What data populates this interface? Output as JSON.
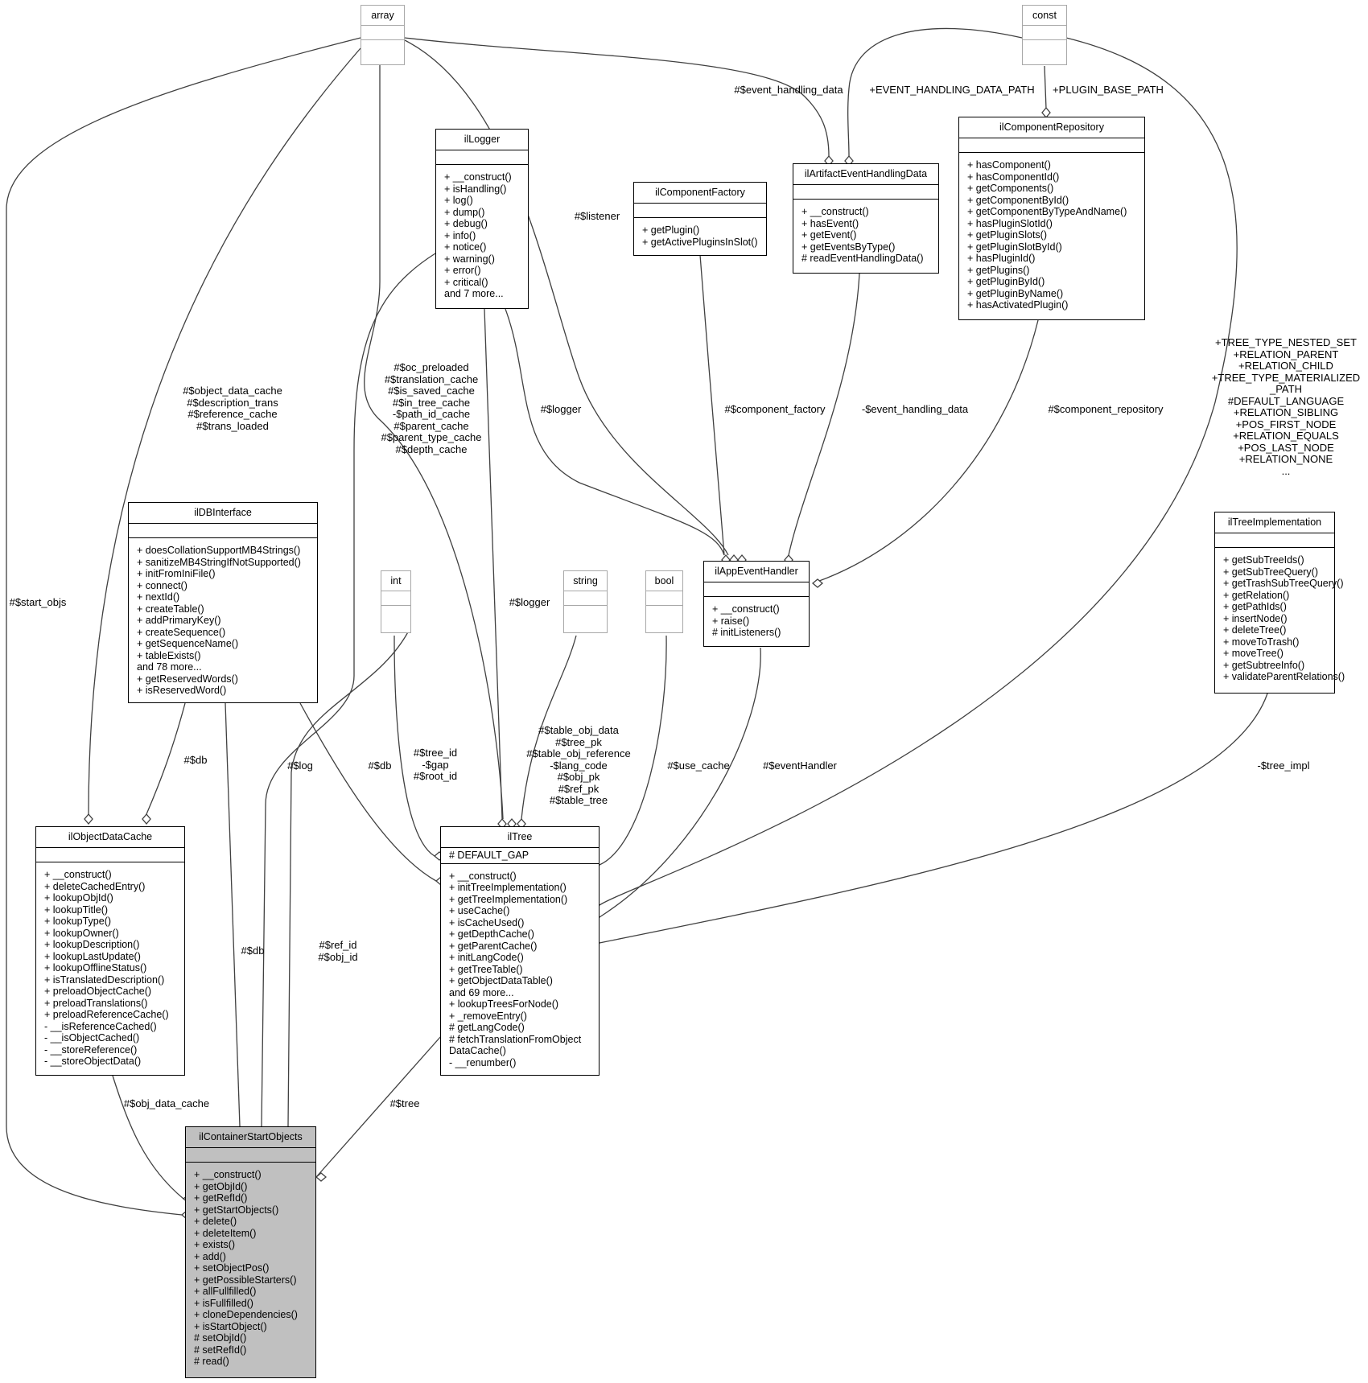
{
  "nodes": [
    {
      "id": "array",
      "title": "array",
      "attributes": [],
      "methods": [],
      "builtin": true
    },
    {
      "id": "const",
      "title": "const",
      "attributes": [],
      "methods": [],
      "builtin": true
    },
    {
      "id": "ilLogger",
      "title": "ilLogger",
      "attributes": [],
      "methods": [
        "+ __construct()",
        "+ isHandling()",
        "+ log()",
        "+ dump()",
        "+ debug()",
        "+ info()",
        "+ notice()",
        "+ warning()",
        "+ error()",
        "+ critical()",
        "and 7 more..."
      ]
    },
    {
      "id": "ilComponentFactory",
      "title": "ilComponentFactory",
      "attributes": [],
      "methods": [
        "+ getPlugin()",
        "+ getActivePluginsInSlot()"
      ]
    },
    {
      "id": "ilArtifactEventHandlingData",
      "title": "ilArtifactEventHandlingData",
      "attributes": [],
      "methods": [
        "+ __construct()",
        "+ hasEvent()",
        "+ getEvent()",
        "+ getEventsByType()",
        "# readEventHandlingData()"
      ]
    },
    {
      "id": "ilComponentRepository",
      "title": "ilComponentRepository",
      "attributes": [],
      "methods": [
        "+ hasComponent()",
        "+ hasComponentId()",
        "+ getComponents()",
        "+ getComponentById()",
        "+ getComponentByTypeAndName()",
        "+ hasPluginSlotId()",
        "+ getPluginSlots()",
        "+ getPluginSlotById()",
        "+ hasPluginId()",
        "+ getPlugins()",
        "+ getPluginById()",
        "+ getPluginByName()",
        "+ hasActivatedPlugin()"
      ]
    },
    {
      "id": "ilDBInterface",
      "title": "ilDBInterface",
      "attributes": [],
      "methods": [
        "+ doesCollationSupportMB4Strings()",
        "+ sanitizeMB4StringIfNotSupported()",
        "+ initFromIniFile()",
        "+ connect()",
        "+ nextId()",
        "+ createTable()",
        "+ addPrimaryKey()",
        "+ createSequence()",
        "+ getSequenceName()",
        "+ tableExists()",
        "and 78 more...",
        "+ getReservedWords()",
        "+ isReservedWord()"
      ]
    },
    {
      "id": "int",
      "title": "int",
      "attributes": [],
      "methods": [],
      "builtin": true
    },
    {
      "id": "string",
      "title": "string",
      "attributes": [],
      "methods": [],
      "builtin": true
    },
    {
      "id": "bool",
      "title": "bool",
      "attributes": [],
      "methods": [],
      "builtin": true
    },
    {
      "id": "ilAppEventHandler",
      "title": "ilAppEventHandler",
      "attributes": [],
      "methods": [
        "+ __construct()",
        "+ raise()",
        "# initListeners()"
      ]
    },
    {
      "id": "ilTreeImplementation",
      "title": "ilTreeImplementation",
      "attributes": [],
      "methods": [
        "+ getSubTreeIds()",
        "+ getSubTreeQuery()",
        "+ getTrashSubTreeQuery()",
        "+ getRelation()",
        "+ getPathIds()",
        "+ insertNode()",
        "+ deleteTree()",
        "+ moveToTrash()",
        "+ moveTree()",
        "+ getSubtreeInfo()",
        "+ validateParentRelations()"
      ]
    },
    {
      "id": "ilObjectDataCache",
      "title": "ilObjectDataCache",
      "attributes": [],
      "methods": [
        "+ __construct()",
        "+ deleteCachedEntry()",
        "+ lookupObjId()",
        "+ lookupTitle()",
        "+ lookupType()",
        "+ lookupOwner()",
        "+ lookupDescription()",
        "+ lookupLastUpdate()",
        "+ lookupOfflineStatus()",
        "+ isTranslatedDescription()",
        "+ preloadObjectCache()",
        "+ preloadTranslations()",
        "+ preloadReferenceCache()",
        "- __isReferenceCached()",
        "- __isObjectCached()",
        "- __storeReference()",
        "- __storeObjectData()"
      ]
    },
    {
      "id": "ilTree",
      "title": "ilTree",
      "attributes": [
        "# DEFAULT_GAP"
      ],
      "methods": [
        "+ __construct()",
        "+ initTreeImplementation()",
        "+ getTreeImplementation()",
        "+ useCache()",
        "+ isCacheUsed()",
        "+ getDepthCache()",
        "+ getParentCache()",
        "+ initLangCode()",
        "+ getTreeTable()",
        "+ getObjectDataTable()",
        "and 69 more...",
        "+ lookupTreesForNode()",
        "+ _removeEntry()",
        "# getLangCode()",
        "# fetchTranslationFromObject",
        "DataCache()",
        "- __renumber()"
      ]
    },
    {
      "id": "ilContainerStartObjects",
      "title": "ilContainerStartObjects",
      "attributes": [],
      "methods": [
        "+ __construct()",
        "+ getObjId()",
        "+ getRefId()",
        "+ getStartObjects()",
        "+ delete()",
        "+ deleteItem()",
        "+ exists()",
        "+ add()",
        "+ setObjectPos()",
        "+ getPossibleStarters()",
        "+ allFullfilled()",
        "+ isFullfilled()",
        "+ cloneDependencies()",
        "+ isStartObject()",
        "# setObjId()",
        "# setRefId()",
        "# read()"
      ],
      "highlighted": true
    }
  ],
  "edge_labels": [
    {
      "id": "array-to-artifact",
      "lines": [
        "#$event_handling_data"
      ]
    },
    {
      "id": "const-to-artifact",
      "lines": [
        "+EVENT_HANDLING_DATA_PATH"
      ]
    },
    {
      "id": "const-to-repository",
      "lines": [
        "+PLUGIN_BASE_PATH"
      ]
    },
    {
      "id": "array-to-appevent",
      "lines": [
        "#$listener"
      ]
    },
    {
      "id": "array-to-objcache",
      "lines": [
        "#$object_data_cache",
        "#$description_trans",
        "#$reference_cache",
        "#$trans_loaded"
      ]
    },
    {
      "id": "array-to-tree",
      "lines": [
        "#$oc_preloaded",
        "#$translation_cache",
        "#$is_saved_cache",
        "#$in_tree_cache",
        "-$path_id_cache",
        "#$parent_cache",
        "#$parent_type_cache",
        "#$depth_cache"
      ]
    },
    {
      "id": "logger-to-appevent",
      "lines": [
        "#$logger"
      ]
    },
    {
      "id": "factory-to-appevent",
      "lines": [
        "#$component_factory"
      ]
    },
    {
      "id": "artifact-to-appevent",
      "lines": [
        "-$event_handling_data"
      ]
    },
    {
      "id": "repository-to-appevent",
      "lines": [
        "#$component_repository"
      ]
    },
    {
      "id": "const-to-tree",
      "lines": [
        "+TREE_TYPE_NESTED_SET",
        "+RELATION_PARENT",
        "+RELATION_CHILD",
        "+TREE_TYPE_MATERIALIZED",
        "_PATH",
        "#DEFAULT_LANGUAGE",
        "+RELATION_SIBLING",
        "+POS_FIRST_NODE",
        "+RELATION_EQUALS",
        "+POS_LAST_NODE",
        "+RELATION_NONE",
        "..."
      ]
    },
    {
      "id": "array-to-start",
      "lines": [
        "#$start_objs"
      ]
    },
    {
      "id": "logger-to-tree",
      "lines": [
        "#$logger"
      ]
    },
    {
      "id": "db-to-objcache",
      "lines": [
        "#$db"
      ]
    },
    {
      "id": "logger-to-start",
      "lines": [
        "#$log"
      ]
    },
    {
      "id": "db-to-tree",
      "lines": [
        "#$db"
      ]
    },
    {
      "id": "int-to-tree",
      "lines": [
        "#$tree_id",
        "-$gap",
        "#$root_id"
      ]
    },
    {
      "id": "string-to-tree",
      "lines": [
        "#$table_obj_data",
        "#$tree_pk",
        "#$table_obj_reference",
        "-$lang_code",
        "#$obj_pk",
        "#$ref_pk",
        "#$table_tree"
      ]
    },
    {
      "id": "bool-to-tree",
      "lines": [
        "#$use_cache"
      ]
    },
    {
      "id": "appevent-to-tree",
      "lines": [
        "#$eventHandler"
      ]
    },
    {
      "id": "treeimpl-to-tree",
      "lines": [
        "-$tree_impl"
      ]
    },
    {
      "id": "db-to-start",
      "lines": [
        "#$db"
      ]
    },
    {
      "id": "int-to-start",
      "lines": [
        "#$ref_id",
        "#$obj_id"
      ]
    },
    {
      "id": "objcache-to-start",
      "lines": [
        "#$obj_data_cache"
      ]
    },
    {
      "id": "tree-to-start",
      "lines": [
        "#$tree"
      ]
    }
  ],
  "colors": {
    "box_border": "#000000",
    "builtin_border": "#a8a8a8",
    "edge": "#404040",
    "highlight_fill": "#c0c0c0",
    "background": "#ffffff"
  }
}
